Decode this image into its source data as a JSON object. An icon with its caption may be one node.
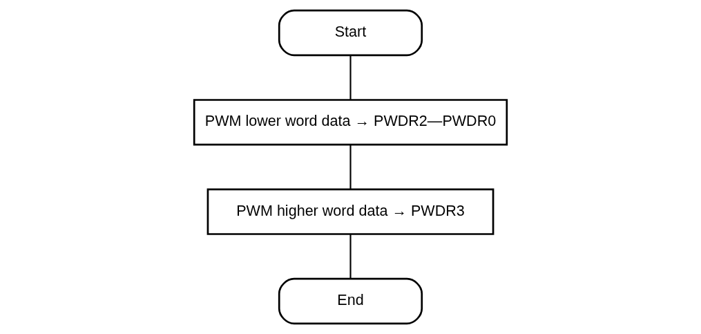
{
  "diagram": {
    "nodes": [
      {
        "text": [
          "Start"
        ]
      },
      {
        "text": [
          "PWM lower word data → PWDR2—PWDR0"
        ]
      },
      {
        "text": [
          "PWM higher word data → PWDR3"
        ]
      },
      {
        "text": [
          "End"
        ]
      }
    ],
    "edges": [
      {
        "from": 0,
        "to": 1,
        "arrow": "none"
      },
      {
        "from": 1,
        "to": 2,
        "arrow": "none"
      },
      {
        "from": 2,
        "to": 3,
        "arrow": "none"
      }
    ]
  }
}
